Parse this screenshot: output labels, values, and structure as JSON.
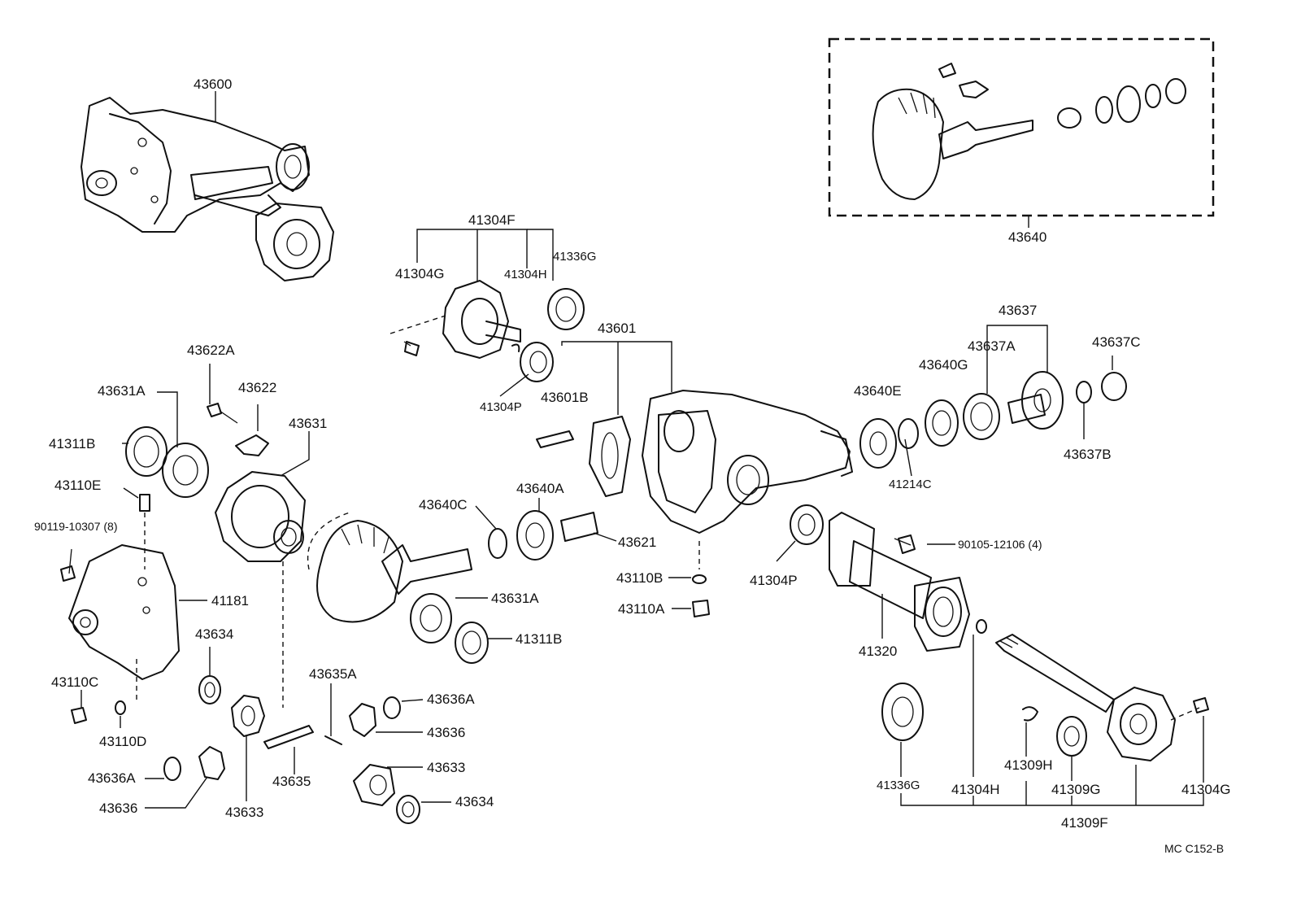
{
  "diagram": {
    "labels": {
      "l43600": "43600",
      "l43640": "43640",
      "l41304F": "41304F",
      "l41304G_top": "41304G",
      "l41304H_top": "41304H",
      "l41336G_top": "41336G",
      "l41304P_top": "41304P",
      "l43601": "43601",
      "l43601B": "43601B",
      "l43637": "43637",
      "l43637A": "43637A",
      "l43637C": "43637C",
      "l43637B": "43637B",
      "l43640G": "43640G",
      "l43640E": "43640E",
      "l41214C": "41214C",
      "l43622A": "43622A",
      "l43622": "43622",
      "l43631A_top": "43631A",
      "l41311B_top": "41311B",
      "l43631": "43631",
      "l43110E": "43110E",
      "l90119": "90119-10307 (8)",
      "l41181": "41181",
      "l43110C": "43110C",
      "l43110D": "43110D",
      "l43634_left": "43634",
      "l43636A_left": "43636A",
      "l43636_left": "43636",
      "l43633_left": "43633",
      "l43635A": "43635A",
      "l43635": "43635",
      "l43636A_right": "43636A",
      "l43636_right": "43636",
      "l43633_right": "43633",
      "l43634_right": "43634",
      "l43640C": "43640C",
      "l43640A": "43640A",
      "l43621": "43621",
      "l43631A_mid": "43631A",
      "l41311B_mid": "41311B",
      "l43110B": "43110B",
      "l43110A": "43110A",
      "l41304P_mid": "41304P",
      "l90105": "90105-12106 (4)",
      "l41320": "41320",
      "l41336G_bot": "41336G",
      "l41304H_bot": "41304H",
      "l41309H": "41309H",
      "l41309G": "41309G",
      "l41304G_bot": "41304G",
      "l41309F": "41309F",
      "code": "MC C152-B"
    }
  }
}
